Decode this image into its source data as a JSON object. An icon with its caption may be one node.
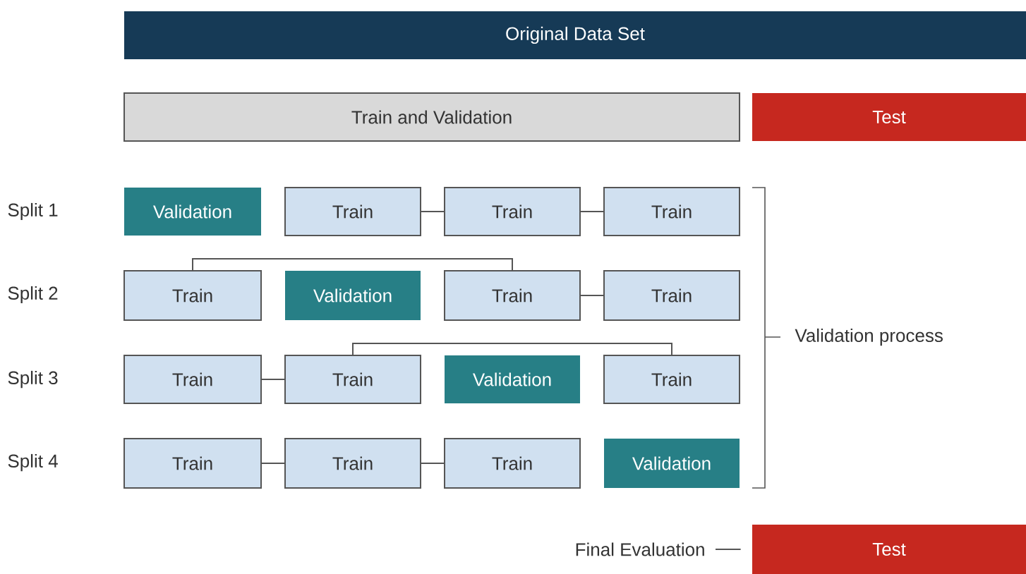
{
  "diagram": {
    "nodes": [
      {
        "text": [
          "Original Data Set"
        ]
      },
      {
        "text": [
          "Train and Validation"
        ]
      },
      {
        "text": [
          "Test"
        ]
      },
      {
        "text": [
          "Validation"
        ]
      },
      {
        "text": [
          "Train"
        ]
      },
      {
        "text": [
          "Train"
        ]
      },
      {
        "text": [
          "Train"
        ]
      },
      {
        "text": [
          "Train"
        ]
      },
      {
        "text": [
          "Validation"
        ]
      },
      {
        "text": [
          "Train"
        ]
      },
      {
        "text": [
          "Train"
        ]
      },
      {
        "text": [
          "Train"
        ]
      },
      {
        "text": [
          "Train"
        ]
      },
      {
        "text": [
          "Validation"
        ]
      },
      {
        "text": [
          "Train"
        ]
      },
      {
        "text": [
          "Train"
        ]
      },
      {
        "text": [
          "Train"
        ]
      },
      {
        "text": [
          "Train"
        ]
      },
      {
        "text": [
          "Validation"
        ]
      },
      {
        "text": [
          "Final Evaluation"
        ]
      },
      {
        "text": [
          "Test"
        ]
      }
    ],
    "edges": [
      {
        "from": 4,
        "to": 5,
        "arrow": "none"
      },
      {
        "from": 5,
        "to": 6,
        "arrow": "none"
      },
      {
        "from": 7,
        "to": 9,
        "arrow": "none"
      },
      {
        "from": 9,
        "to": 10,
        "arrow": "none"
      },
      {
        "from": 11,
        "to": 12,
        "arrow": "none"
      },
      {
        "from": 12,
        "to": 14,
        "arrow": "none"
      },
      {
        "from": 15,
        "to": 16,
        "arrow": "none"
      },
      {
        "from": 16,
        "to": 17,
        "arrow": "none"
      },
      {
        "from": 19,
        "to": 20,
        "arrow": "none"
      }
    ],
    "labels": [
      "Split 1",
      "Split 2",
      "Split 3",
      "Split 4",
      "Validation process"
    ]
  }
}
